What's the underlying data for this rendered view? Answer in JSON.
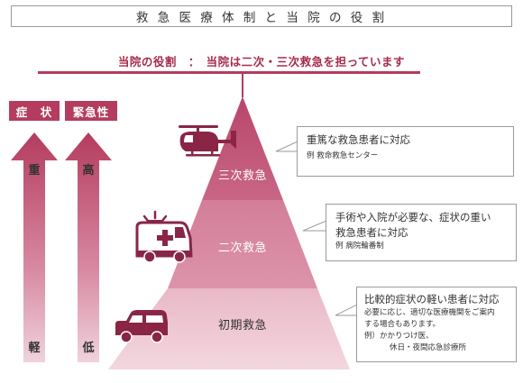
{
  "title": "救 急 医 療 体 制 と 当 院 の 役 割",
  "role": "当院の役割　：　当院は二次・三次救急を担っています",
  "symptom_label": "症　状",
  "urgency_label": "緊急性",
  "symptom_high": "重",
  "symptom_low": "軽",
  "urgency_high": "高",
  "urgency_low": "低",
  "levels": {
    "tertiary": "三次救急",
    "secondary": "二次救急",
    "primary": "初期救急"
  },
  "callouts": {
    "tertiary": {
      "title": "重篤な救急患者に対応",
      "example": "例 救命救急センター"
    },
    "secondary": {
      "title1": "手術や入院が必要な、症状の重い",
      "title2": "救急患者に対応",
      "example": "例 病院輪番制"
    },
    "primary": {
      "title": "比較的症状の軽い患者に対応",
      "line1": "必要に応じ、適切な医療機関をご案内",
      "line2": "する場合もあります。",
      "line3": "例）かかりつけ医、",
      "line4": "休日・夜間応急診療所"
    }
  },
  "colors": {
    "accent": "#b43c5e",
    "pyramid_top": "#c1577a",
    "pyramid_mid": "#d98aa3",
    "pyramid_bottom": "#eec6d2",
    "vehicle": "#8a2546"
  }
}
